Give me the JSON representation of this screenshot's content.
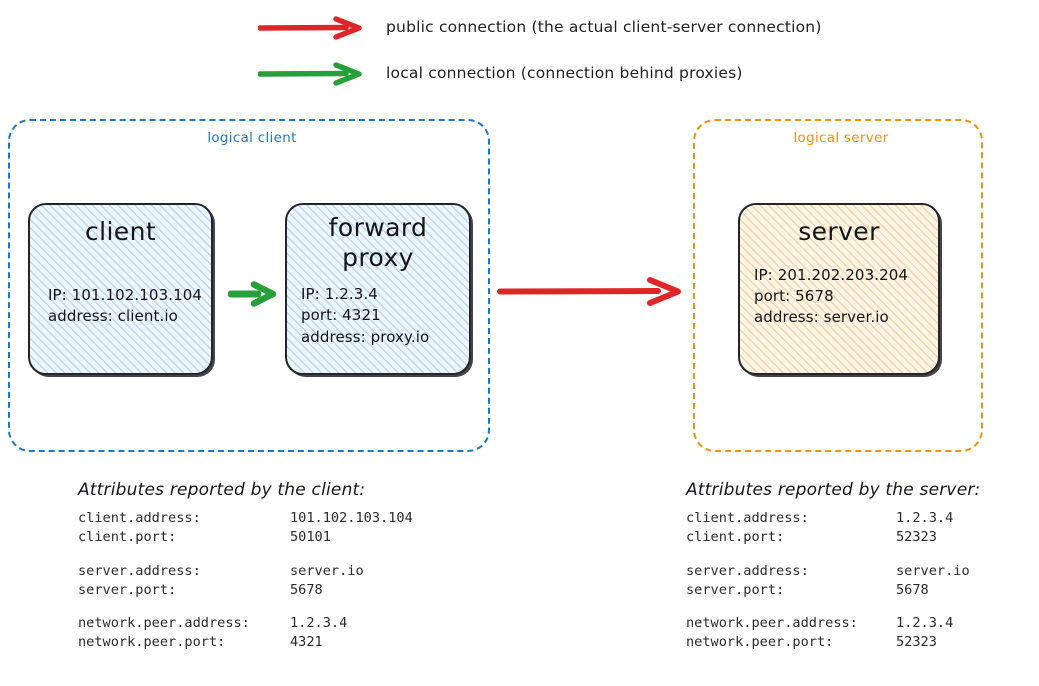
{
  "legend": {
    "items": [
      {
        "icon": "red-arrow-icon",
        "color": "#e0252a",
        "label": "public connection (the actual client-server connection)"
      },
      {
        "icon": "green-arrow-icon",
        "color": "#27a03c",
        "label": "local connection (connection behind proxies)"
      }
    ]
  },
  "groups": {
    "client": {
      "label": "logical client",
      "color": "#1f77c4"
    },
    "server": {
      "label": "logical server",
      "color": "#f0920a"
    }
  },
  "nodes": {
    "client": {
      "title": "client",
      "attrs": "IP: 101.102.103.104\naddress: client.io"
    },
    "proxy": {
      "title": "forward\nproxy",
      "attrs": "IP: 1.2.3.4\nport: 4321\naddress: proxy.io"
    },
    "server": {
      "title": "server",
      "attrs": "IP: 201.202.203.204\nport: 5678\naddress: server.io"
    }
  },
  "connections": {
    "client_to_proxy": {
      "type": "local",
      "color": "#27a03c"
    },
    "proxy_to_server": {
      "type": "public",
      "color": "#e0252a"
    }
  },
  "tables": {
    "client": {
      "heading": "Attributes reported by the client:",
      "groups": [
        [
          {
            "key": "client.address:",
            "value": "101.102.103.104"
          },
          {
            "key": "client.port:",
            "value": "50101"
          }
        ],
        [
          {
            "key": "server.address:",
            "value": "server.io"
          },
          {
            "key": "server.port:",
            "value": "5678"
          }
        ],
        [
          {
            "key": "network.peer.address:",
            "value": "1.2.3.4"
          },
          {
            "key": "network.peer.port:",
            "value": "4321"
          }
        ]
      ]
    },
    "server": {
      "heading": "Attributes reported by the server:",
      "groups": [
        [
          {
            "key": "client.address:",
            "value": "1.2.3.4"
          },
          {
            "key": "client.port:",
            "value": "52323"
          }
        ],
        [
          {
            "key": "server.address:",
            "value": "server.io"
          },
          {
            "key": "server.port:",
            "value": "5678"
          }
        ],
        [
          {
            "key": "network.peer.address:",
            "value": "1.2.3.4"
          },
          {
            "key": "network.peer.port:",
            "value": "52323"
          }
        ]
      ]
    }
  }
}
